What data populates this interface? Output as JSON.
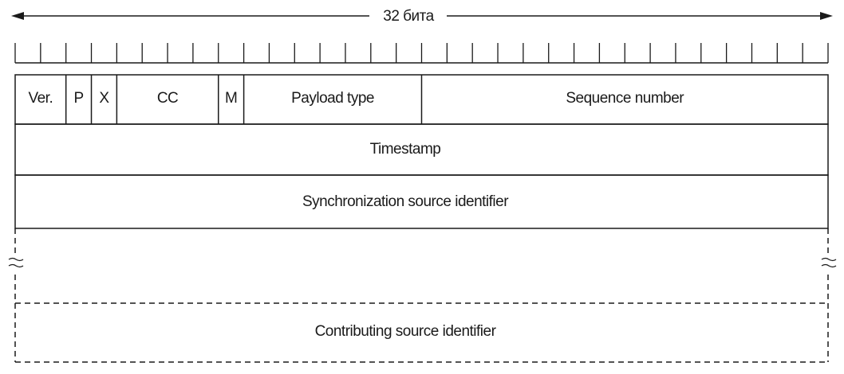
{
  "width_label": "32 бита",
  "bit_count": 32,
  "header_row": {
    "fields": [
      {
        "label": "Ver.",
        "bits": 2
      },
      {
        "label": "P",
        "bits": 1
      },
      {
        "label": "X",
        "bits": 1
      },
      {
        "label": "CC",
        "bits": 4
      },
      {
        "label": "M",
        "bits": 1
      },
      {
        "label": "Payload type",
        "bits": 7
      },
      {
        "label": "Sequence number",
        "bits": 16
      }
    ]
  },
  "timestamp_label": "Timestamp",
  "ssrc_label": "Synchronization source identifier",
  "csrc_label": "Contributing source identifier"
}
